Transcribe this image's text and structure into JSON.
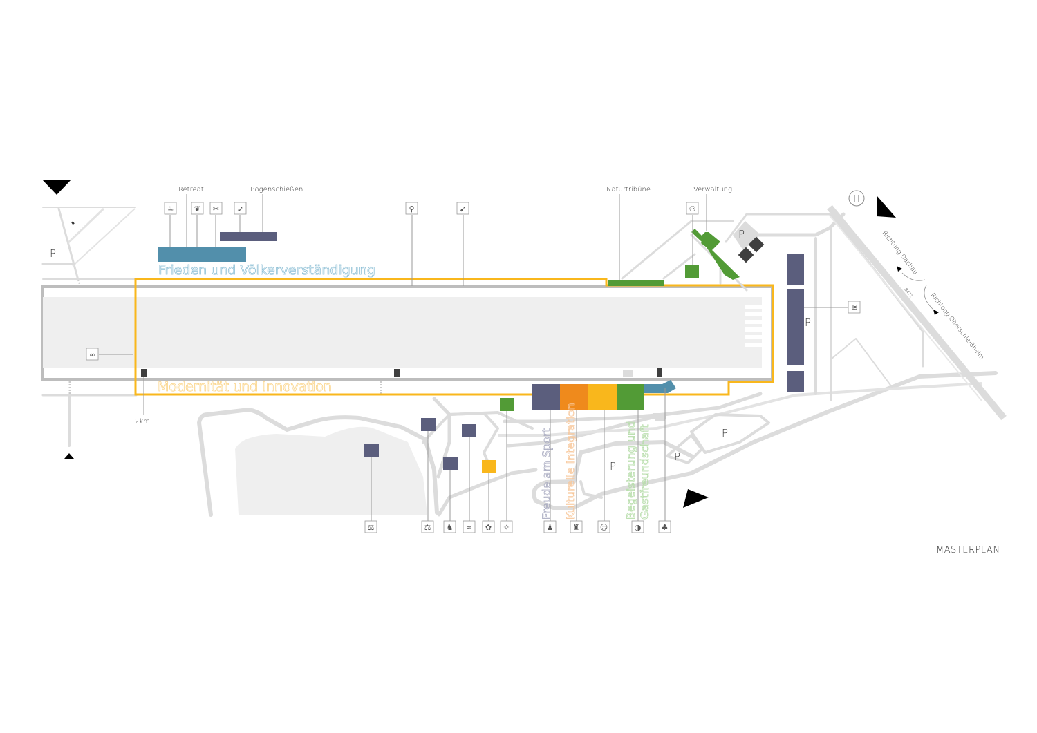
{
  "title": "MASTERPLAN",
  "colors": {
    "sport": "#5b5e7d",
    "integration": "#ef8a1c",
    "culture": "#f9b71c",
    "hospitality": "#529b36",
    "peace": "#528fab",
    "boundary": "#f9b71c",
    "road": "#dcdcdc",
    "runway": "#efefef",
    "building_dark": "#3f3f3f"
  },
  "labels": {
    "retreat": "Retreat",
    "bogenschiessen": "Bogenschießen",
    "naturtribuene": "Naturtribüne",
    "verwaltung": "Verwaltung",
    "distance": "2km",
    "helipad": "H",
    "road_number": "B471",
    "direction_dachau": "Richtung Dachau",
    "direction_oberschleissheim": "Richtung Oberschleißheim"
  },
  "themes": {
    "peace": "Frieden und Völkerverständigung",
    "modernity": "Modernität und Innovation",
    "sport": "Freude am Sport",
    "integration": "Kulturelle Integration",
    "hospitality_line1": "Begeisterung und",
    "hospitality_line2": "Gastfreundschaft"
  },
  "parking": {
    "label": "P",
    "count": 6
  },
  "icons": {
    "top": [
      "coffee-cup-icon",
      "leaf-icon",
      "scissors-icon",
      "archer-icon",
      "cyclist-icon",
      "runner-icon",
      "group-people-icon"
    ],
    "left": [
      "link-icon"
    ],
    "right": [
      "cyclists-group-icon"
    ],
    "bottom": [
      "weightlifter-icon",
      "weightlifter-icon",
      "dancer-icon",
      "swimmer-icon",
      "flower-icon",
      "star-figure-icon",
      "skater-icon",
      "climber-icon",
      "theater-masks-icon",
      "dining-icon",
      "stage-audience-icon"
    ]
  },
  "glyphs": {
    "coffee-cup-icon": "☕",
    "leaf-icon": "❦",
    "scissors-icon": "✂",
    "archer-icon": "➶",
    "cyclist-icon": "⚲",
    "runner-icon": "➹",
    "group-people-icon": "⚇",
    "link-icon": "∞",
    "cyclists-group-icon": "≋",
    "weightlifter-icon": "⚖",
    "dancer-icon": "♞",
    "swimmer-icon": "≈",
    "flower-icon": "✿",
    "star-figure-icon": "✧",
    "skater-icon": "♟",
    "climber-icon": "♜",
    "theater-masks-icon": "☺",
    "dining-icon": "◑",
    "stage-audience-icon": "♣"
  }
}
